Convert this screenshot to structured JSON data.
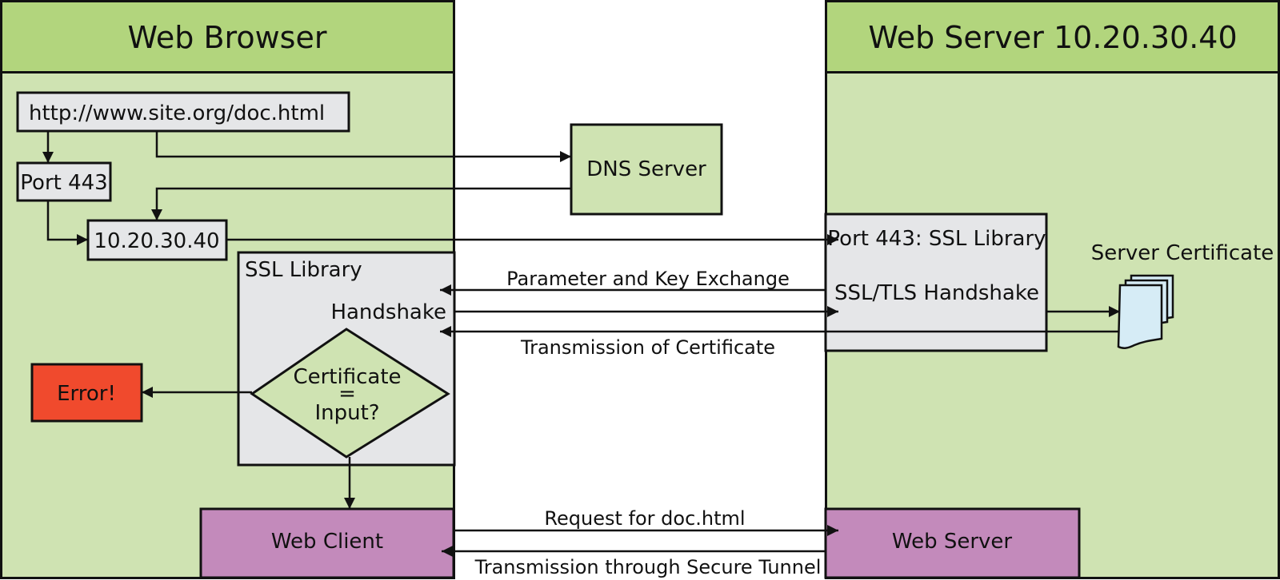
{
  "browser_panel": {
    "title": "Web Browser"
  },
  "server_panel": {
    "title": "Web Server 10.20.30.40"
  },
  "boxes": {
    "url": "http://www.site.org/doc.html",
    "port_client": "Port 443",
    "ip_client": "10.20.30.40",
    "dns": "DNS Server",
    "ssl_client": "SSL Library",
    "handshake_client": "Handshake",
    "decision_line1": "Certificate",
    "decision_line2": "=",
    "decision_line3": "Input?",
    "error": "Error!",
    "web_client": "Web Client",
    "ssl_server": "Port 443: SSL Library",
    "handshake_server": "SSL/TLS Handshake",
    "certificate": "Server Certificate",
    "web_server": "Web Server"
  },
  "arrows": {
    "param_exchange": "Parameter and Key Exchange",
    "cert_transmission": "Transmission of Certificate",
    "request": "Request for doc.html",
    "secure_tunnel": "Transmission through Secure Tunnel"
  },
  "colors": {
    "panel_bg": "#cfe3b2",
    "panel_header": "#b2d57d",
    "grey_box": "#e5e6e8",
    "error_red": "#f04a2d",
    "purple": "#c38abb",
    "certificate_blue": "#d6ecf6"
  },
  "icons": {
    "certificate": "document-stack-icon"
  }
}
